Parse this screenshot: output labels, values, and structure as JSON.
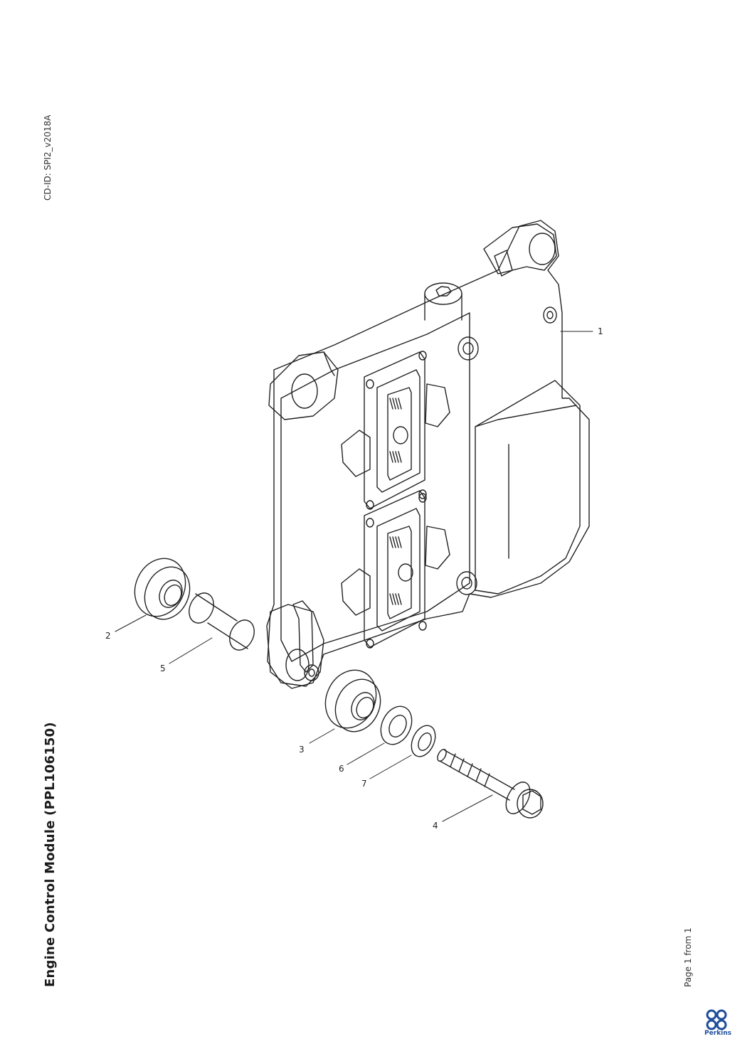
{
  "document": {
    "cd_id": "CD-ID: SPI2_v2018A",
    "title": "Engine Control Module (PPL106150)",
    "page_info": "Page 1 from 1",
    "brand": "Perkins"
  },
  "callouts": [
    {
      "id": "1",
      "label": "1"
    },
    {
      "id": "2",
      "label": "2"
    },
    {
      "id": "3",
      "label": "3"
    },
    {
      "id": "4",
      "label": "4"
    },
    {
      "id": "5",
      "label": "5"
    },
    {
      "id": "6",
      "label": "6"
    },
    {
      "id": "7",
      "label": "7"
    }
  ],
  "colors": {
    "line": "#222222",
    "brand": "#1f4e9a"
  }
}
